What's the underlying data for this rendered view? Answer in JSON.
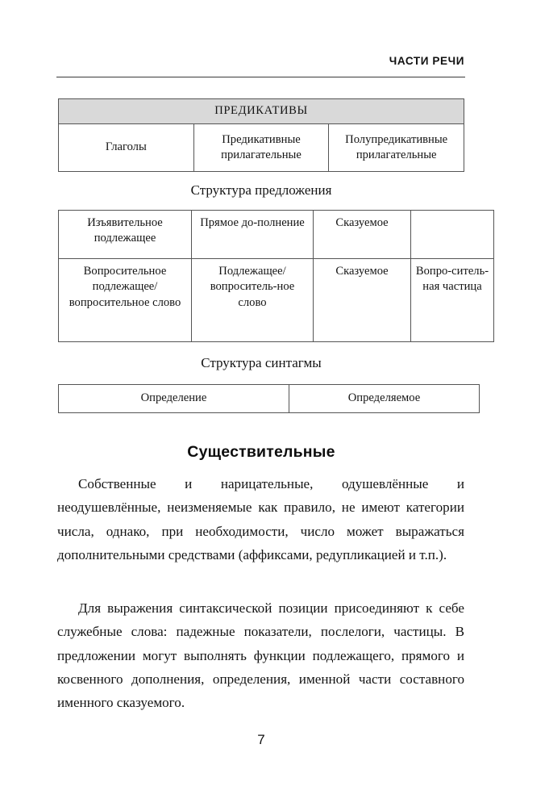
{
  "running_head": {
    "title": "ЧАСТИ РЕЧИ"
  },
  "tables": {
    "predicatives": {
      "header": "ПРЕДИКАТИВЫ",
      "cells": [
        "Глаголы",
        "Предикативные прилагательные",
        "Полупредикативные прилагательные"
      ]
    },
    "sentence_structure": {
      "caption": "Структура предложения",
      "rows": [
        [
          "Изъявительное подлежащее",
          "Прямое до-полнение",
          "Сказуемое",
          ""
        ],
        [
          "Вопросительное подлежащее/ вопросительное слово",
          "Подлежащее/ вопроситель-ное слово",
          "Сказуемое",
          "Вопро-ситель-ная частица"
        ]
      ]
    },
    "syntagma_structure": {
      "caption": "Структура синтагмы",
      "cells": [
        "Определение",
        "Определяемое"
      ]
    }
  },
  "section": {
    "heading": "Существительные",
    "paragraphs": [
      "Собственные и нарицательные, одушевлённые и неодушевлённые, неизменяемые как правило, не имеют категории числа, однако, при необходимости, число может выражаться дополнительными сред­ствами (аффиксами, редупликацией и т.п.).",
      "Для выражения синтаксической позиции присо­единяют к себе служебные слова: падежные показа­тели, послелоги, частицы. В предложении могут вы­полнять функции подлежащего, прямого и косвенно­го дополнения, определения, именной части состав­ного именного сказуемого."
    ]
  },
  "folio": {
    "page_number": "7"
  },
  "colors": {
    "text": "#141414",
    "rule": "#3a3a3a",
    "table_border": "#555555",
    "header_band": "#d9d9d9",
    "background": "#ffffff"
  }
}
